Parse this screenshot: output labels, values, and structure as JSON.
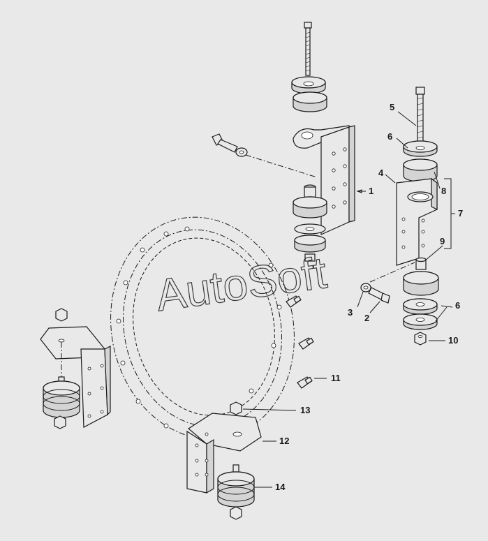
{
  "diagram": {
    "callouts": {
      "c1": "1",
      "c2": "2",
      "c3": "3",
      "c4": "4",
      "c5": "5",
      "c6a": "6",
      "c6b": "6",
      "c7": "7",
      "c8": "8",
      "c9": "9",
      "c10": "10",
      "c11": "11",
      "c12": "12",
      "c13": "13",
      "c14": "14"
    },
    "watermark": "AutoSoft"
  }
}
